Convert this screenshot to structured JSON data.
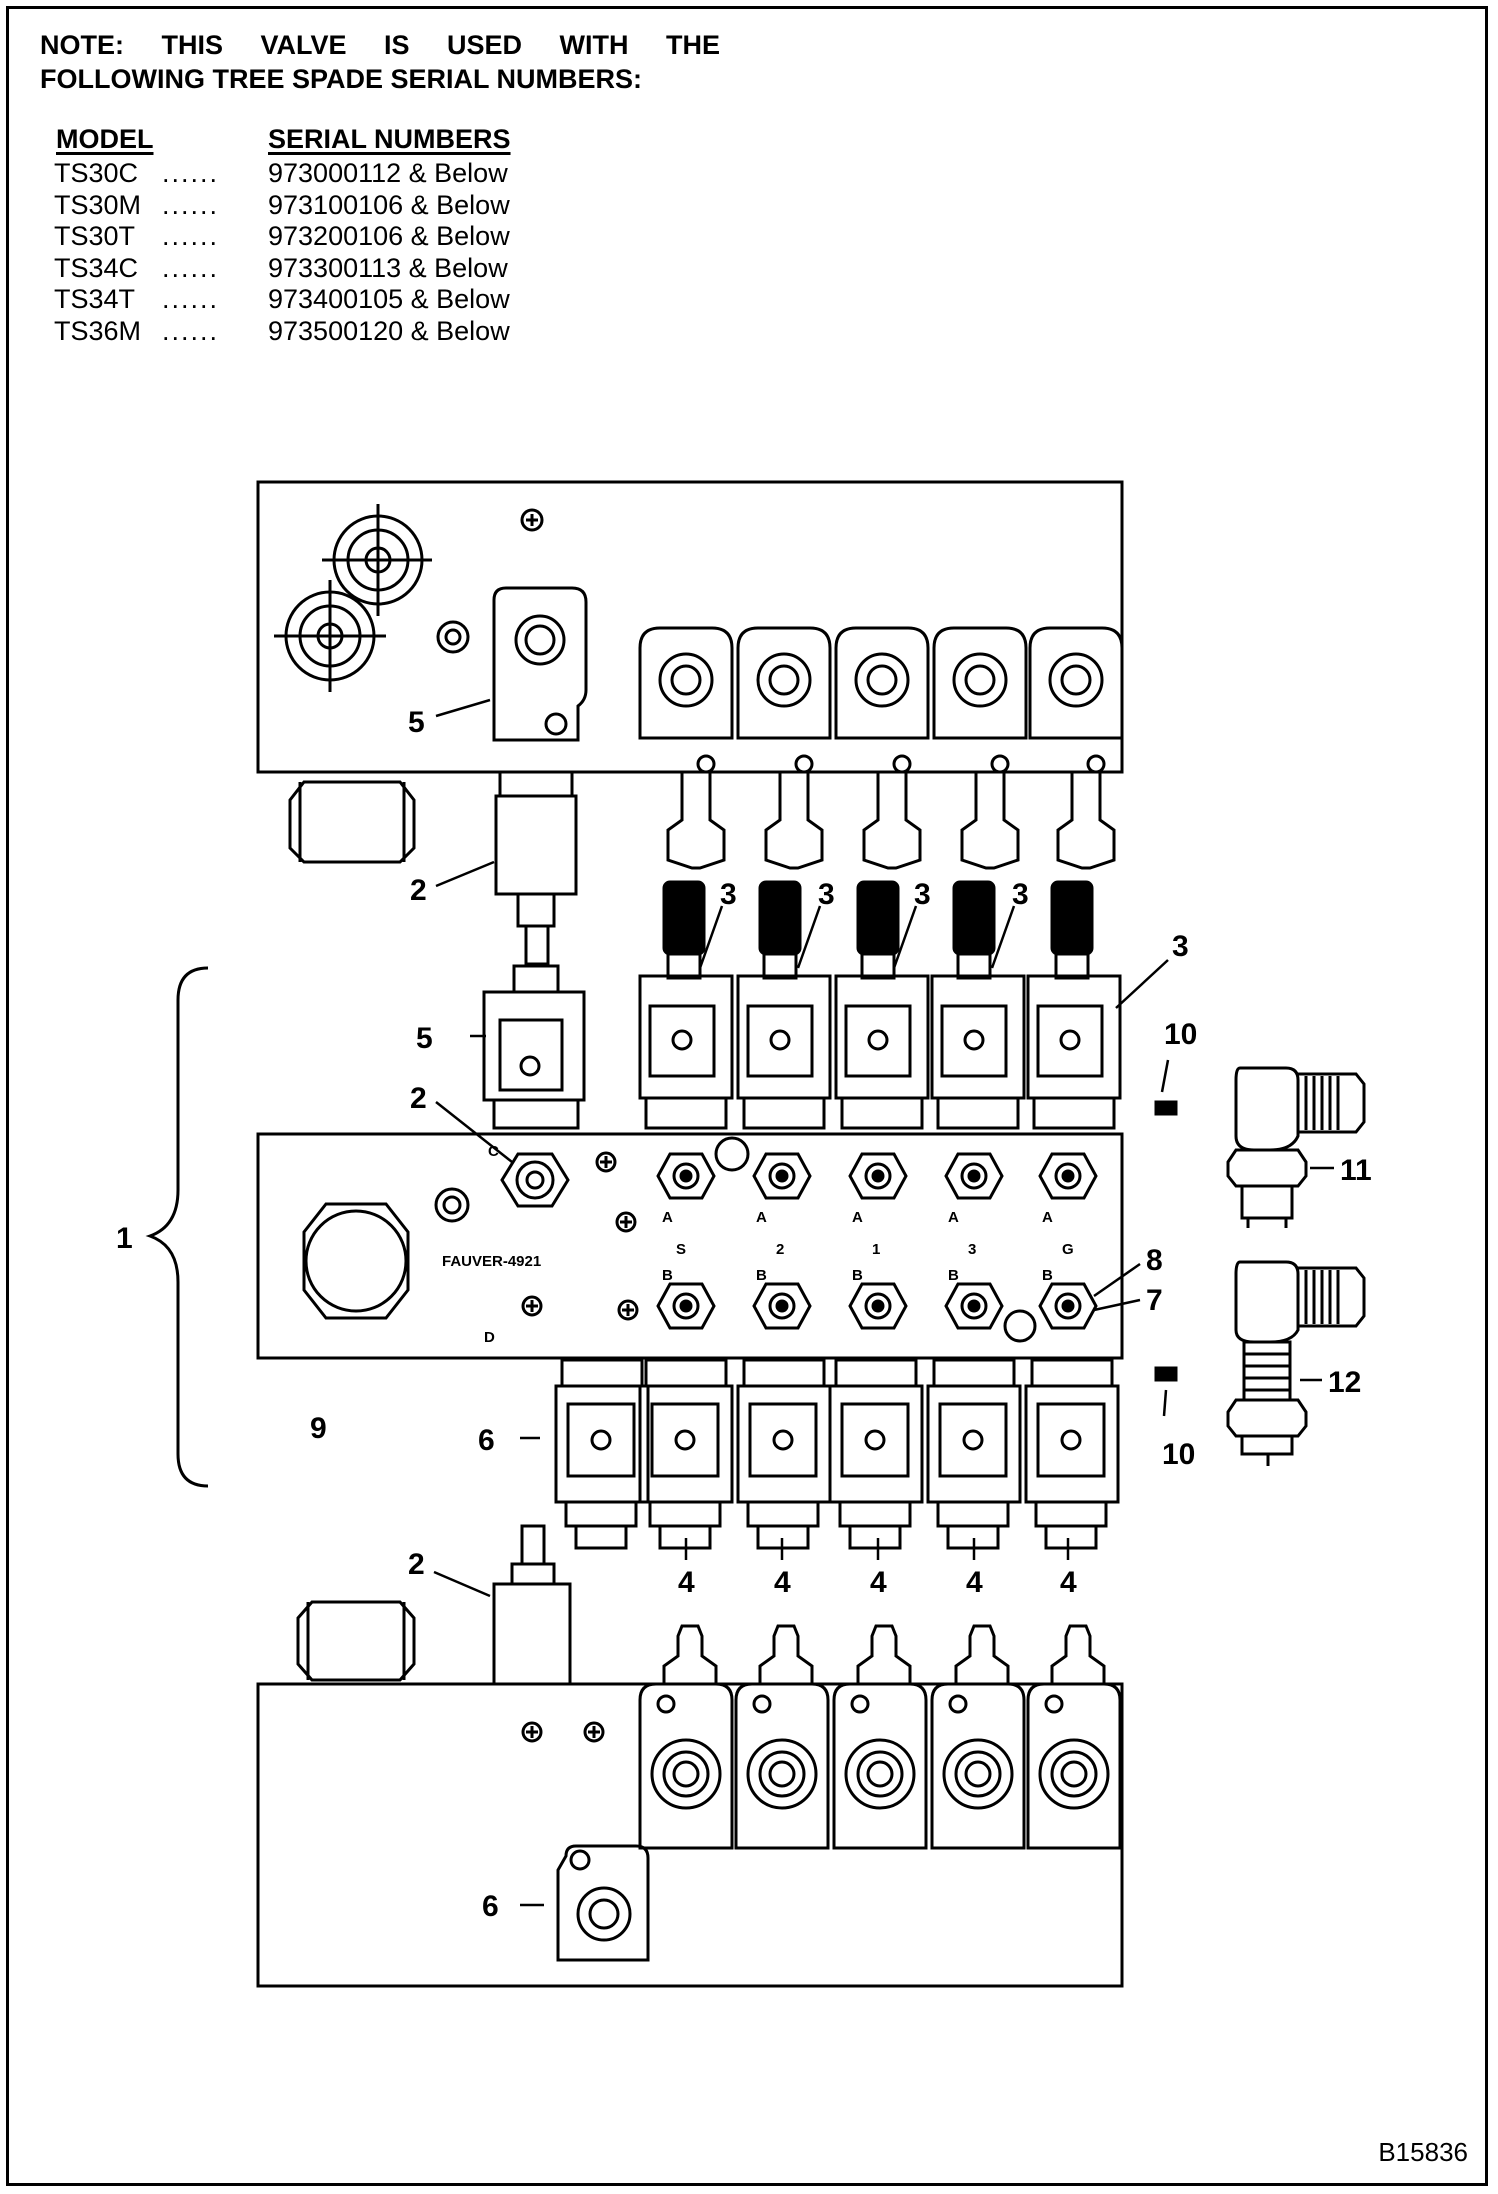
{
  "note": {
    "line1_words": [
      "NOTE:",
      "THIS",
      "VALVE",
      "IS",
      "USED",
      "WITH",
      "THE"
    ],
    "line2": "FOLLOWING TREE SPADE SERIAL NUMBERS:"
  },
  "table": {
    "header_model": "MODEL",
    "header_serial": "SERIAL NUMBERS",
    "dots": "......",
    "rows": [
      {
        "model": "TS30C",
        "serial": "973000112 & Below"
      },
      {
        "model": "TS30M",
        "serial": "973100106 & Below"
      },
      {
        "model": "TS30T",
        "serial": "973200106 & Below"
      },
      {
        "model": "TS34C",
        "serial": "973300113 & Below"
      },
      {
        "model": "TS34T",
        "serial": "973400105 & Below"
      },
      {
        "model": "TS36M",
        "serial": "973500120 & Below"
      }
    ]
  },
  "valve": {
    "maker_stamp": "FAUVER-4921",
    "port_a": "A",
    "port_b": "B",
    "port_c": "C",
    "port_d": "D",
    "section_labels": [
      "S",
      "2",
      "1",
      "3",
      "G"
    ]
  },
  "callouts": {
    "c1": "1",
    "c2": "2",
    "c3": "3",
    "c4": "4",
    "c5": "5",
    "c6": "6",
    "c7": "7",
    "c8": "8",
    "c9": "9",
    "c10": "10",
    "c11": "11",
    "c12": "12"
  },
  "figure_id": "B15836"
}
